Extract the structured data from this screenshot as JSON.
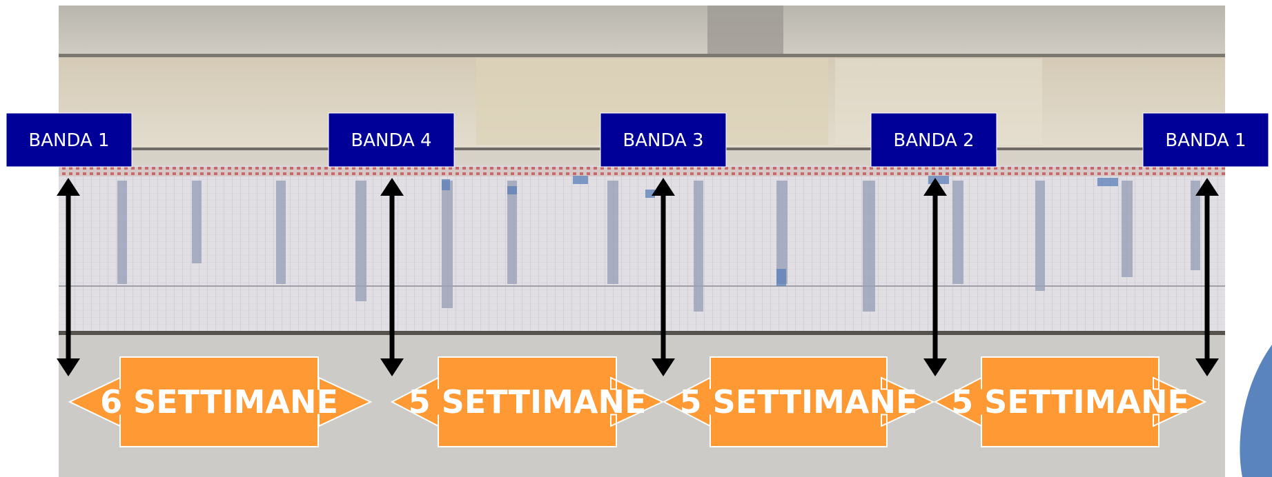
{
  "band_labels": [
    "BANDA 1",
    "BANDA 4",
    "BANDA 3",
    "BANDA 2",
    "BANDA 1"
  ],
  "period_labels": [
    "6 SETTIMANE",
    "5 SETTIMANE",
    "5 SETTIMANE",
    "5 SETTIMANE"
  ],
  "colors": {
    "band_box": "#000099",
    "period_box": "#ff9933",
    "arrow": "#000000"
  }
}
